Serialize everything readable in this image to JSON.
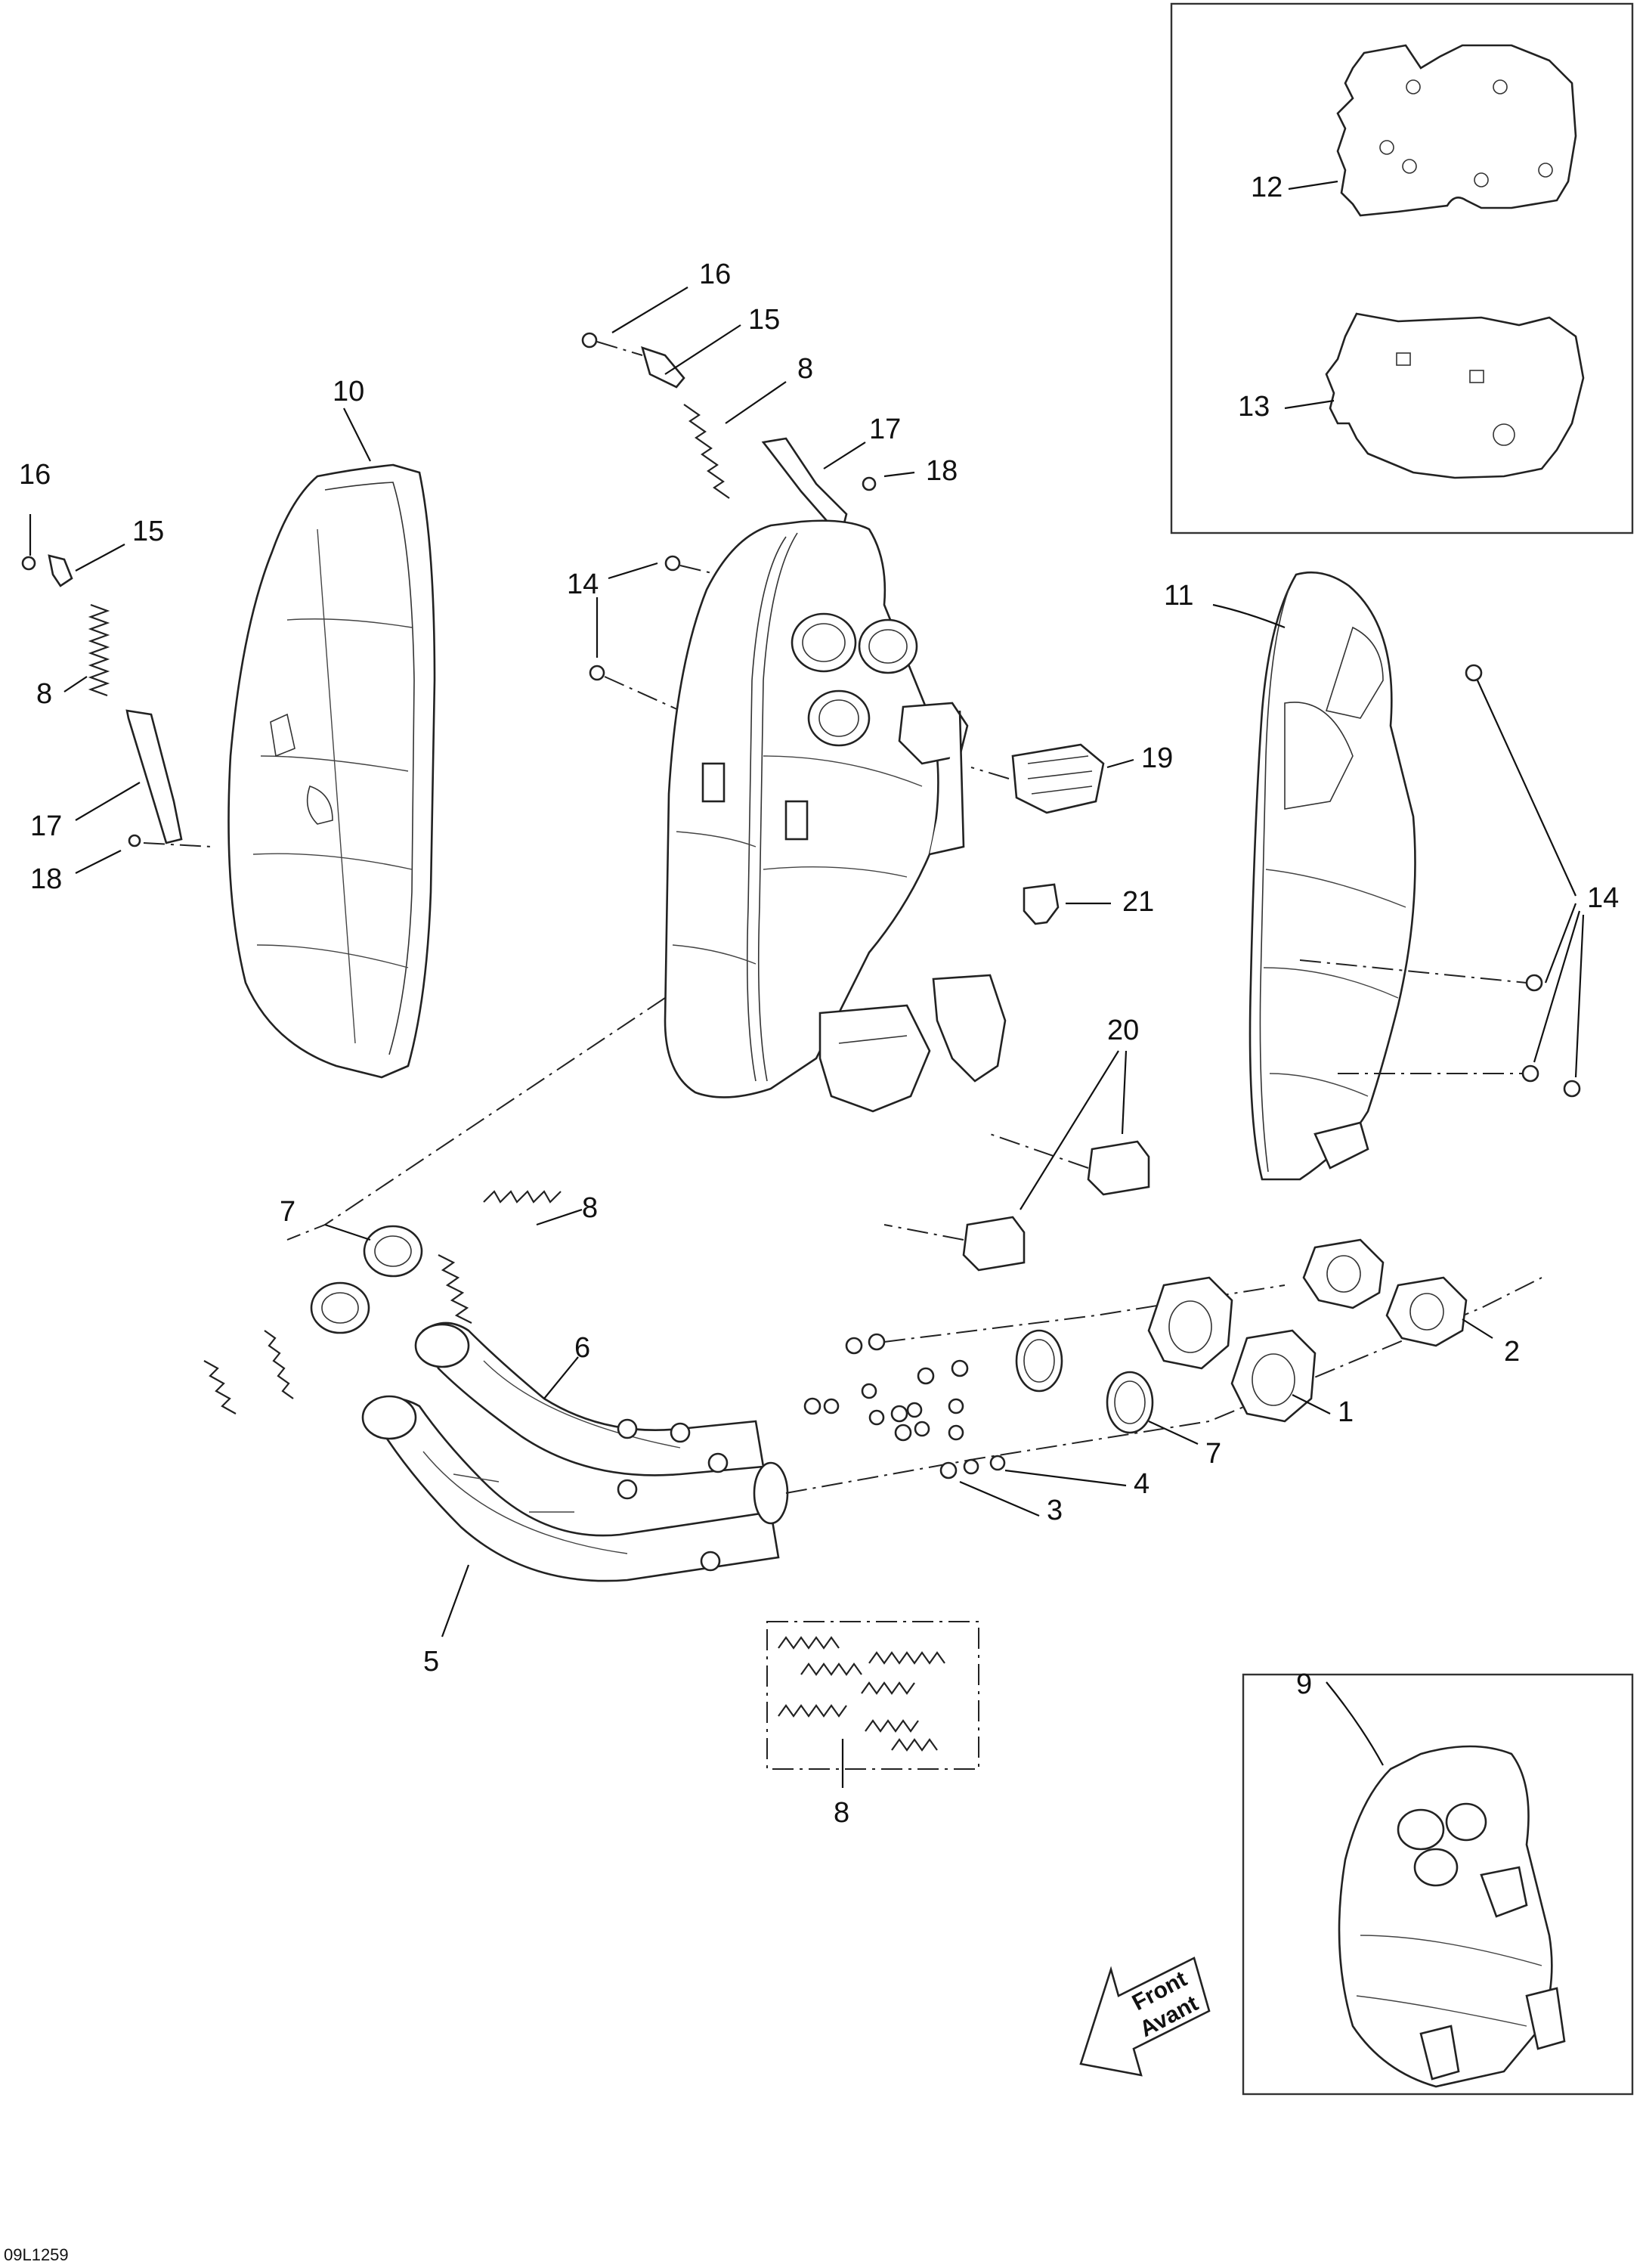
{
  "callouts": {
    "c1": "1",
    "c2": "2",
    "c3": "3",
    "c4": "4",
    "c5": "5",
    "c6": "6",
    "c7a": "7",
    "c7b": "7",
    "c8a": "8",
    "c8b": "8",
    "c8c": "8",
    "c8d": "8",
    "c9": "9",
    "c10": "10",
    "c11": "11",
    "c12": "12",
    "c13": "13",
    "c14a": "14",
    "c14b": "14",
    "c15a": "15",
    "c15b": "15",
    "c16a": "16",
    "c16b": "16",
    "c17a": "17",
    "c17b": "17",
    "c18a": "18",
    "c18b": "18",
    "c19": "19",
    "c20": "20",
    "c21": "21"
  },
  "front_arrow": {
    "line1": "Front",
    "line2": "Avant"
  },
  "drawing_code": "09L1259"
}
